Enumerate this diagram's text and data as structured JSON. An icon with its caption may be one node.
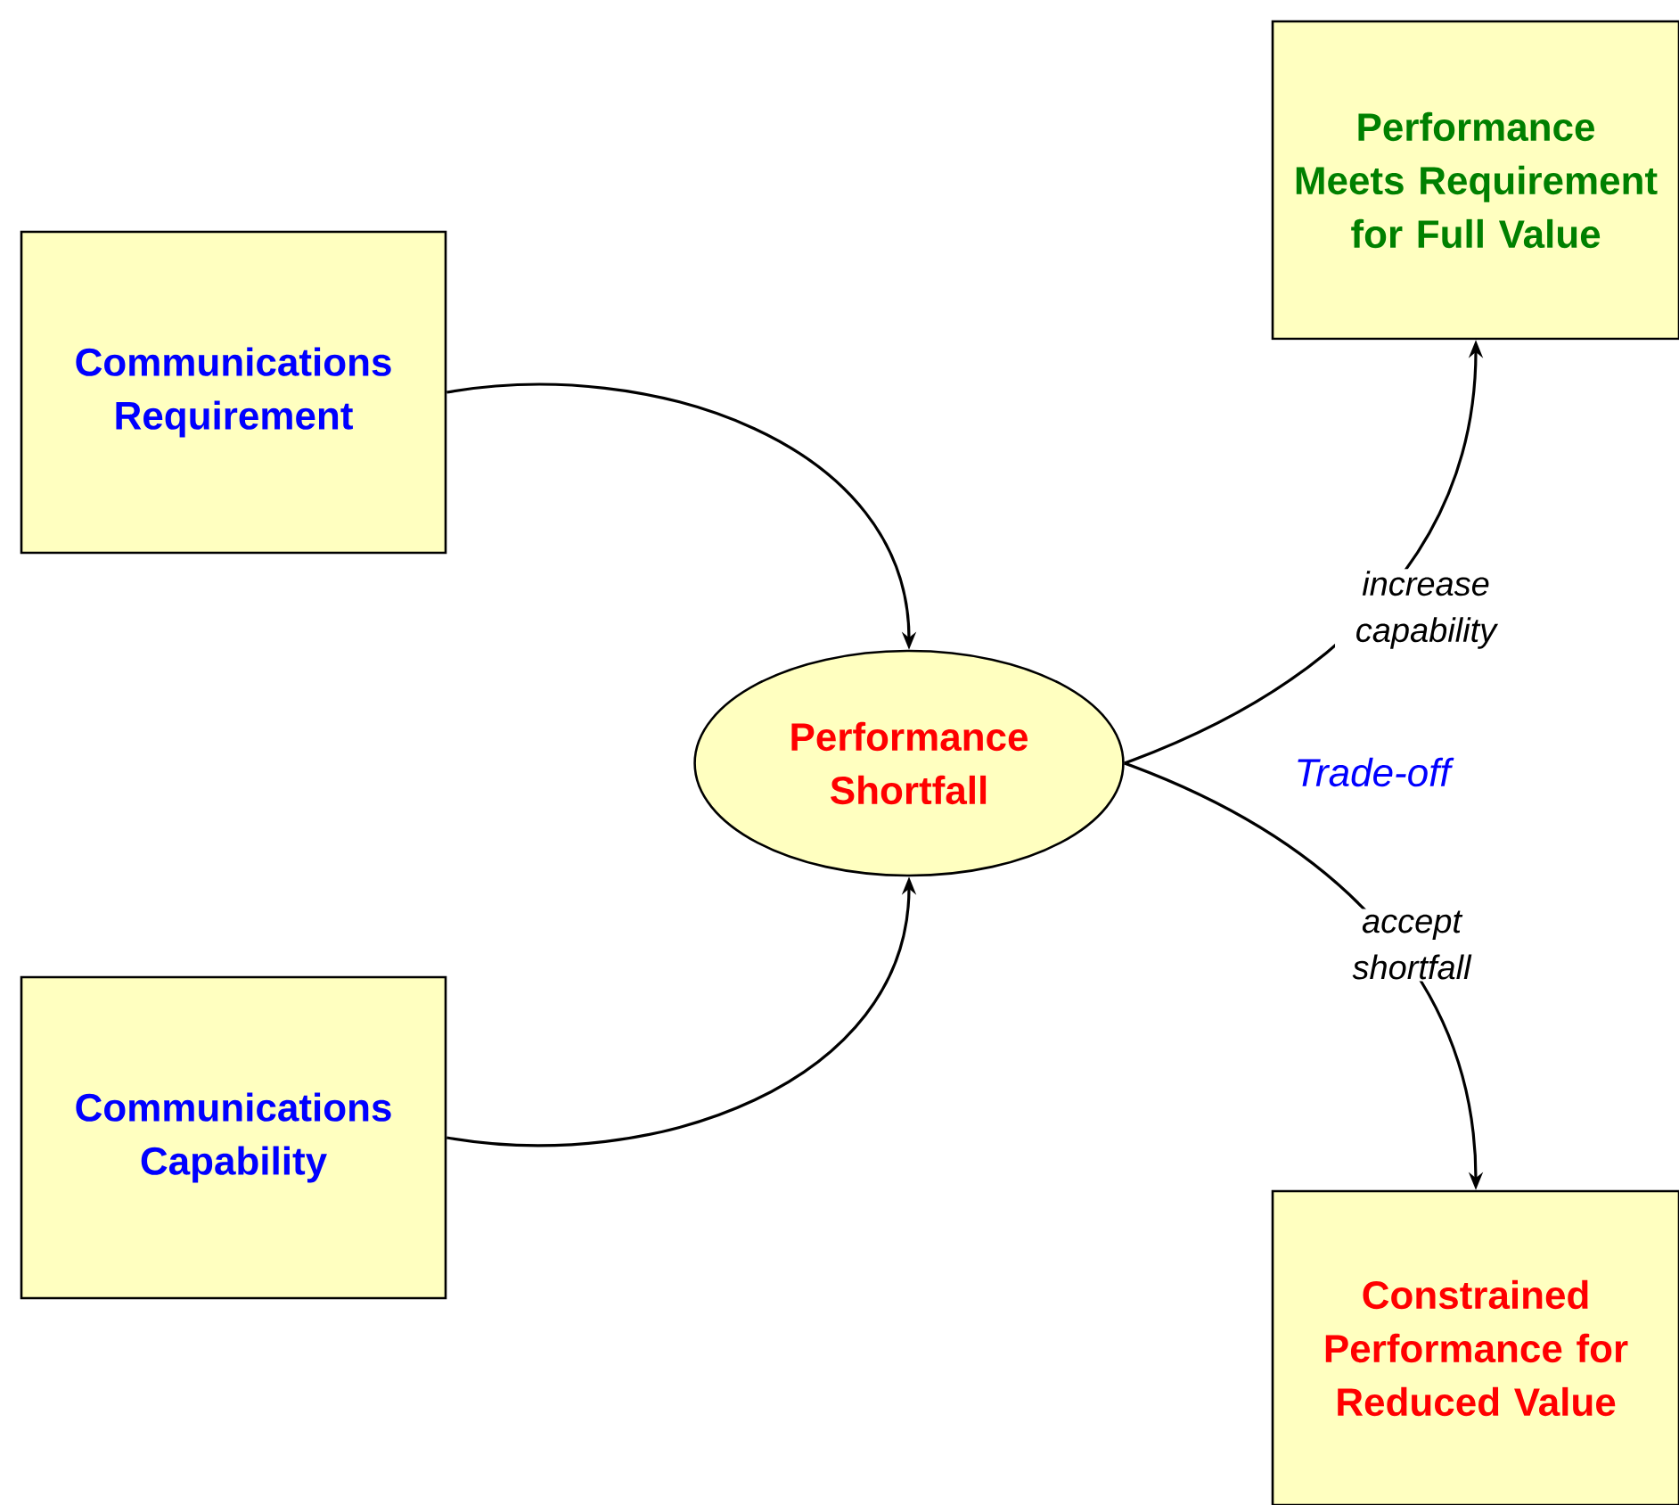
{
  "diagram": {
    "nodes": [
      {
        "text": [
          "Communications Requirement"
        ]
      },
      {
        "text": [
          "Communications Capability"
        ]
      },
      {
        "text": [
          "Performance Shortfall"
        ]
      },
      {
        "text": [
          "Performance Meets Requirement for Full Value"
        ]
      },
      {
        "text": [
          "Constrained Performance for Reduced Value"
        ]
      }
    ],
    "edges": [
      {
        "from": 0,
        "to": 2,
        "arrow": "to"
      },
      {
        "from": 1,
        "to": 2,
        "arrow": "to"
      },
      {
        "from": 2,
        "to": 3,
        "arrow": "to",
        "label": "increase capability"
      },
      {
        "from": 2,
        "to": 4,
        "arrow": "to",
        "label": "accept shortfall"
      }
    ],
    "labels": [
      "Trade-off"
    ]
  }
}
